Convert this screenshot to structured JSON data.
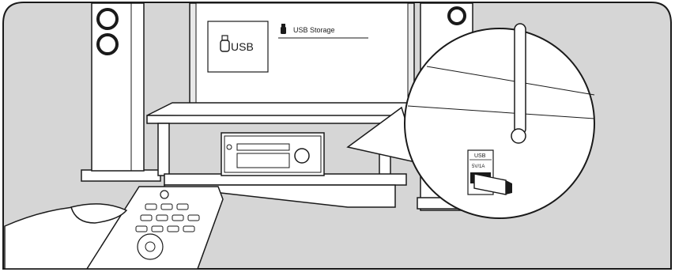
{
  "tv": {
    "usb_label": "USB",
    "storage_label": "USB Storage"
  },
  "receiver_panel": {
    "port_label": "USB",
    "port_rating": "5V/1A"
  },
  "colors": {
    "background_panel": "#d6d6d6",
    "line": "#1a1a1a",
    "fill_white": "#ffffff"
  },
  "icons": [
    "usb-drive-icon",
    "usb-storage-icon",
    "antenna-icon",
    "remote-control-icon"
  ]
}
